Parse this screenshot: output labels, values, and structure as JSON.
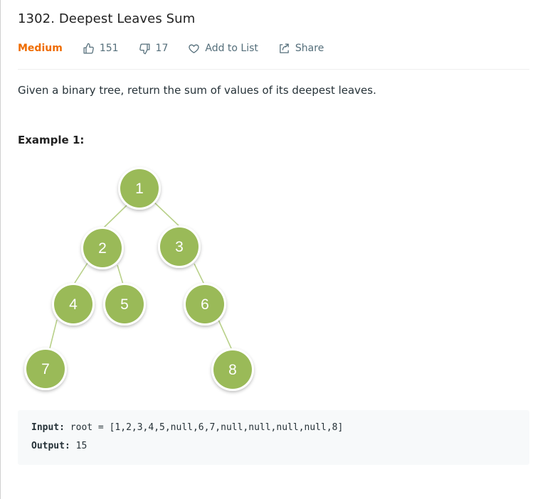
{
  "problem": {
    "title": "1302. Deepest Leaves Sum",
    "difficulty": "Medium",
    "likes": "151",
    "dislikes": "17",
    "add_to_list_label": "Add to List",
    "share_label": "Share",
    "description": "Given a binary tree, return the sum of values of its deepest leaves."
  },
  "example": {
    "heading": "Example 1:",
    "tree_nodes": [
      "1",
      "2",
      "3",
      "4",
      "5",
      "6",
      "7",
      "8"
    ],
    "input_key": "Input:",
    "input_value": "root = [1,2,3,4,5,null,6,7,null,null,null,null,8]",
    "output_key": "Output:",
    "output_value": "15"
  },
  "colors": {
    "difficulty": "#ef6c00",
    "node_fill": "#9aba59",
    "edge": "#b9d18a"
  }
}
